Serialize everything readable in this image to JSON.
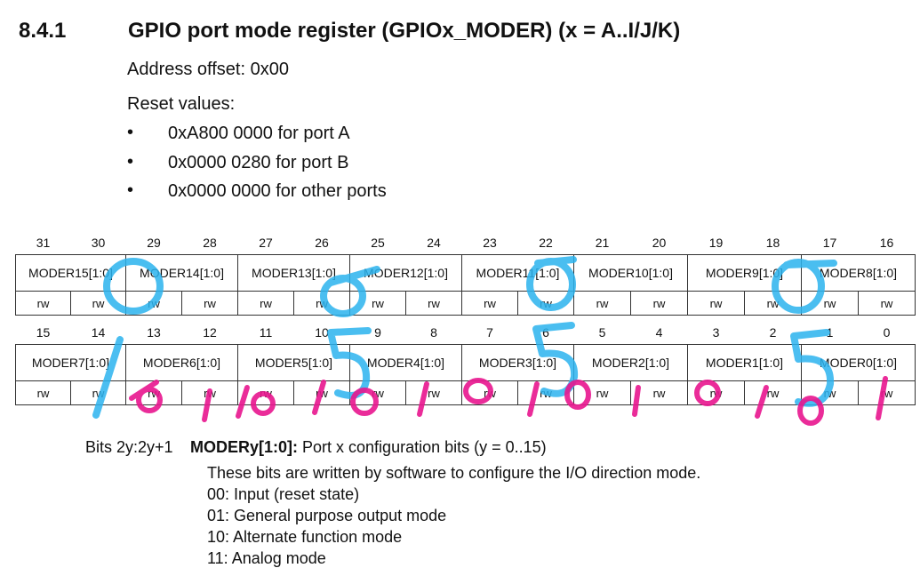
{
  "section": {
    "number": "8.4.1",
    "title": "GPIO port mode register (GPIOx_MODER) (x = A..I/J/K)"
  },
  "address_offset": "Address offset: 0x00",
  "reset_label": "Reset values:",
  "reset_values": [
    "0xA800 0000 for port A",
    "0x0000 0280 for port B",
    "0x0000 0000 for other ports"
  ],
  "register_high": {
    "bits": [
      "31",
      "30",
      "29",
      "28",
      "27",
      "26",
      "25",
      "24",
      "23",
      "22",
      "21",
      "20",
      "19",
      "18",
      "17",
      "16"
    ],
    "fields": [
      "MODER15[1:0]",
      "MODER14[1:0]",
      "MODER13[1:0]",
      "MODER12[1:0]",
      "MODER11[1:0]",
      "MODER10[1:0]",
      "MODER9[1:0]",
      "MODER8[1:0]"
    ],
    "access": [
      "rw",
      "rw",
      "rw",
      "rw",
      "rw",
      "rw",
      "rw",
      "rw",
      "rw",
      "rw",
      "rw",
      "rw",
      "rw",
      "rw",
      "rw",
      "rw"
    ]
  },
  "register_low": {
    "bits": [
      "15",
      "14",
      "13",
      "12",
      "11",
      "10",
      "9",
      "8",
      "7",
      "6",
      "5",
      "4",
      "3",
      "2",
      "1",
      "0"
    ],
    "fields": [
      "MODER7[1:0]",
      "MODER6[1:0]",
      "MODER5[1:0]",
      "MODER4[1:0]",
      "MODER3[1:0]",
      "MODER2[1:0]",
      "MODER1[1:0]",
      "MODER0[1:0]"
    ],
    "access": [
      "rw",
      "rw",
      "rw",
      "rw",
      "rw",
      "rw",
      "rw",
      "rw",
      "rw",
      "rw",
      "rw",
      "rw",
      "rw",
      "rw",
      "rw",
      "rw"
    ]
  },
  "description": {
    "bits_label": "Bits 2y:2y+1",
    "field_name": "MODERy[1:0]:",
    "field_summary": " Port x configuration bits (y = 0..15)",
    "lines": [
      "These bits are written by software to configure the I/O direction mode.",
      "00: Input (reset state)",
      "01: General purpose output mode",
      "10: Alternate function mode",
      "11: Analog mode"
    ]
  },
  "annotations": {
    "blue_color": "#2bb3ee",
    "pink_color": "#e8168f"
  }
}
